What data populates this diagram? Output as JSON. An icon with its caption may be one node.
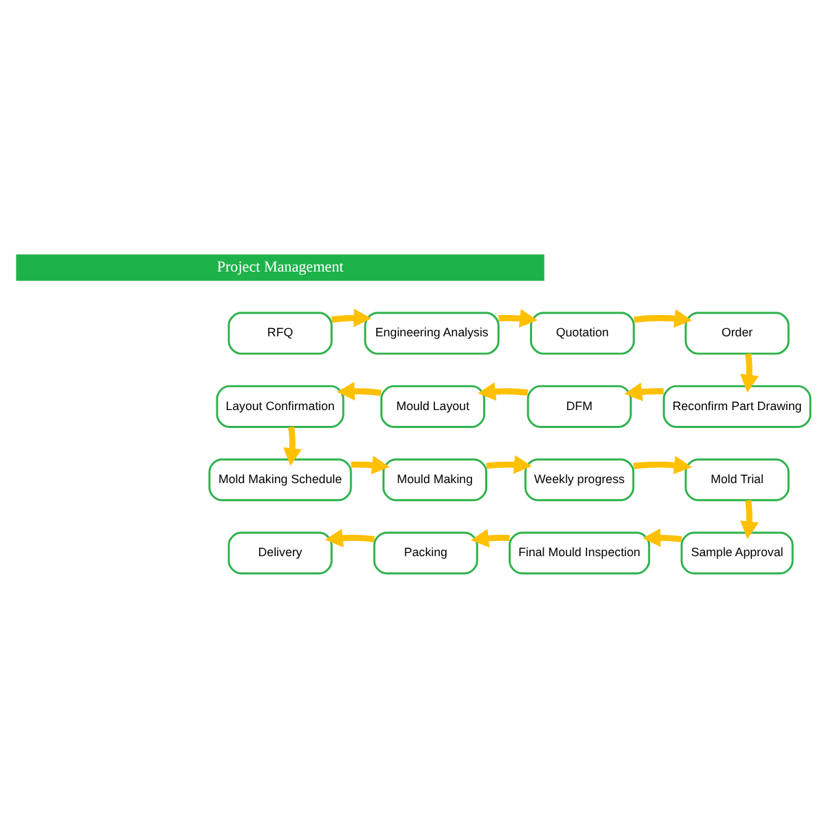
{
  "diagram": {
    "nodes": [
      {
        "text": [
          "Project Management"
        ]
      },
      {
        "text": [
          "RFQ"
        ]
      },
      {
        "text": [
          "Engineering Analysis"
        ]
      },
      {
        "text": [
          "Quotation"
        ]
      },
      {
        "text": [
          "Order"
        ]
      },
      {
        "text": [
          "Layout Confirmation"
        ]
      },
      {
        "text": [
          "Mould Layout"
        ]
      },
      {
        "text": [
          "DFM"
        ]
      },
      {
        "text": [
          "Reconfirm Part Drawing"
        ]
      },
      {
        "text": [
          "Mold Making Schedule"
        ]
      },
      {
        "text": [
          "Mould Making"
        ]
      },
      {
        "text": [
          "Weekly progress"
        ]
      },
      {
        "text": [
          "Mold Trial"
        ]
      },
      {
        "text": [
          "Delivery"
        ]
      },
      {
        "text": [
          "Packing"
        ]
      },
      {
        "text": [
          "Final Mould Inspection"
        ]
      },
      {
        "text": [
          "Sample Approval"
        ]
      }
    ],
    "edges": [
      {
        "from": 1,
        "to": 2,
        "arrow": "to"
      },
      {
        "from": 2,
        "to": 3,
        "arrow": "to"
      },
      {
        "from": 3,
        "to": 4,
        "arrow": "to"
      },
      {
        "from": 4,
        "to": 8,
        "arrow": "to"
      },
      {
        "from": 8,
        "to": 7,
        "arrow": "to"
      },
      {
        "from": 7,
        "to": 6,
        "arrow": "to"
      },
      {
        "from": 6,
        "to": 5,
        "arrow": "to"
      },
      {
        "from": 5,
        "to": 9,
        "arrow": "to"
      },
      {
        "from": 9,
        "to": 10,
        "arrow": "to"
      },
      {
        "from": 10,
        "to": 11,
        "arrow": "to"
      },
      {
        "from": 11,
        "to": 12,
        "arrow": "to"
      },
      {
        "from": 12,
        "to": 16,
        "arrow": "to"
      },
      {
        "from": 16,
        "to": 15,
        "arrow": "to"
      },
      {
        "from": 15,
        "to": 14,
        "arrow": "to"
      },
      {
        "from": 14,
        "to": 13,
        "arrow": "to"
      }
    ]
  }
}
